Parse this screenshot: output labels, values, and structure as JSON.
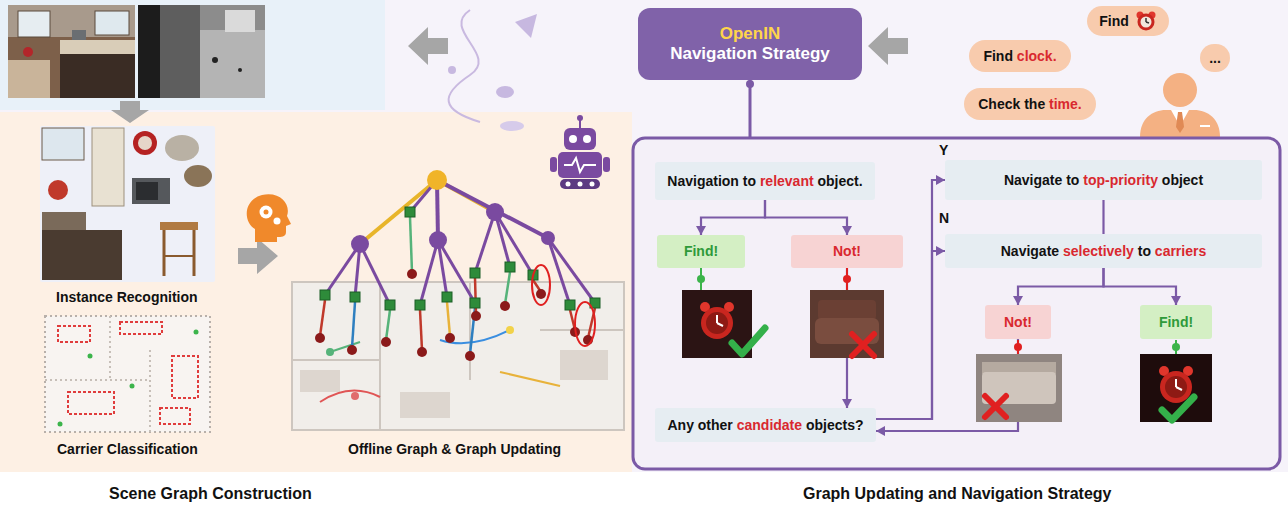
{
  "diagram": {
    "nodes": [
      {
        "text": [
          "OpenIN",
          "Navigation Strategy"
        ]
      },
      {
        "text": [
          "Find"
        ]
      },
      {
        "text": [
          "Find clock."
        ]
      },
      {
        "text": [
          "..."
        ]
      },
      {
        "text": [
          "Check the time."
        ]
      },
      {
        "text": [
          "Navigation to relevant object."
        ]
      },
      {
        "text": [
          "Find!"
        ]
      },
      {
        "text": [
          "Not!"
        ]
      },
      {
        "text": [
          "Any other candidate objects?"
        ]
      },
      {
        "text": [
          "Navigate to top-priority object"
        ]
      },
      {
        "text": [
          "Navigate selectively to carriers"
        ]
      },
      {
        "text": [
          "Not!"
        ]
      },
      {
        "text": [
          "Find!"
        ]
      }
    ],
    "edges": [
      {
        "from": 5,
        "to": 6,
        "arrow": "to"
      },
      {
        "from": 5,
        "to": 7,
        "arrow": "to"
      },
      {
        "from": 7,
        "to": 8,
        "arrow": "to"
      },
      {
        "from": 8,
        "to": 9,
        "label": "Y",
        "arrow": "to"
      },
      {
        "from": 8,
        "to": 10,
        "label": "N",
        "arrow": "to"
      },
      {
        "from": 9,
        "to": 10,
        "arrow": "none"
      },
      {
        "from": 10,
        "to": 11,
        "arrow": "to"
      },
      {
        "from": 10,
        "to": 12,
        "arrow": "to"
      },
      {
        "from": 11,
        "to": 8,
        "arrow": "to"
      }
    ],
    "labels": [
      "Instance Recognition",
      "Carrier Classification",
      "Offline Graph & Graph Updating",
      "Scene Graph Construction",
      "Graph Updating and Navigation Strategy"
    ]
  }
}
